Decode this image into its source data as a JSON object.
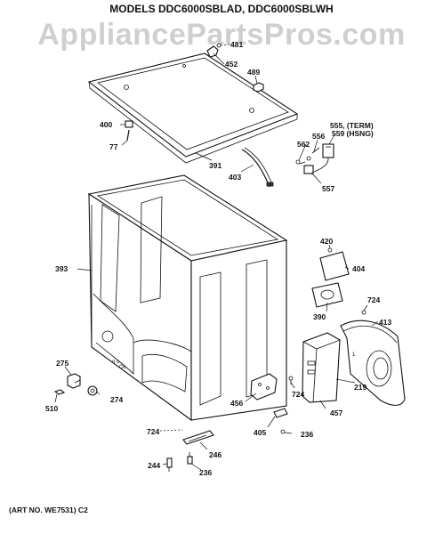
{
  "title": "MODELS DDC6000SBLAD, DDC6000SBLWH",
  "watermark": "AppliancePartsPros.com",
  "art_number": "(ART NO. WE7531) C2",
  "callouts": {
    "c481": "481",
    "c452": "452",
    "c489": "489",
    "c400": "400",
    "c77": "77",
    "c391": "391",
    "c403": "403",
    "c555": "555, (TERM)",
    "c559": "559 (HSNG)",
    "c556": "556",
    "c562": "562",
    "c557": "557",
    "c420": "420",
    "c404": "404",
    "c393": "393",
    "c724a": "724",
    "c390": "390",
    "c413": "413",
    "c275": "275",
    "c274": "274",
    "c510": "510",
    "c456": "456",
    "c724b": "724",
    "c219": "219",
    "c457": "457",
    "c405": "405",
    "c236a": "236",
    "c724c": "724",
    "c246": "246",
    "c244": "244",
    "c236b": "236"
  }
}
